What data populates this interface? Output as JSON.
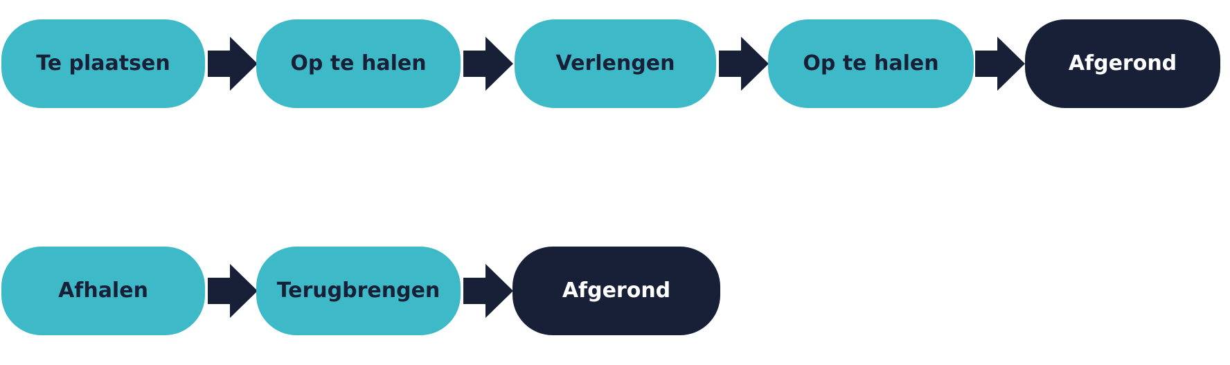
{
  "colors": {
    "background": "#FFFFFF",
    "teal": "#3EB9C8",
    "dark": "#172036",
    "text_on_teal": "#172036",
    "text_on_dark": "#FFFFFF"
  },
  "diagram": {
    "type": "flowchart",
    "direction": "left-to-right",
    "connector": "arrow-right",
    "flows": [
      {
        "name": "flow-1",
        "steps": [
          {
            "label": "Te plaatsen",
            "style": "teal"
          },
          {
            "label": "Op te halen",
            "style": "teal"
          },
          {
            "label": "Verlengen",
            "style": "teal"
          },
          {
            "label": "Op te halen",
            "style": "teal"
          },
          {
            "label": "Afgerond",
            "style": "dark"
          }
        ]
      },
      {
        "name": "flow-2",
        "steps": [
          {
            "label": "Afhalen",
            "style": "teal"
          },
          {
            "label": "Terugbrengen",
            "style": "teal"
          },
          {
            "label": "Afgerond",
            "style": "dark"
          }
        ]
      }
    ]
  }
}
